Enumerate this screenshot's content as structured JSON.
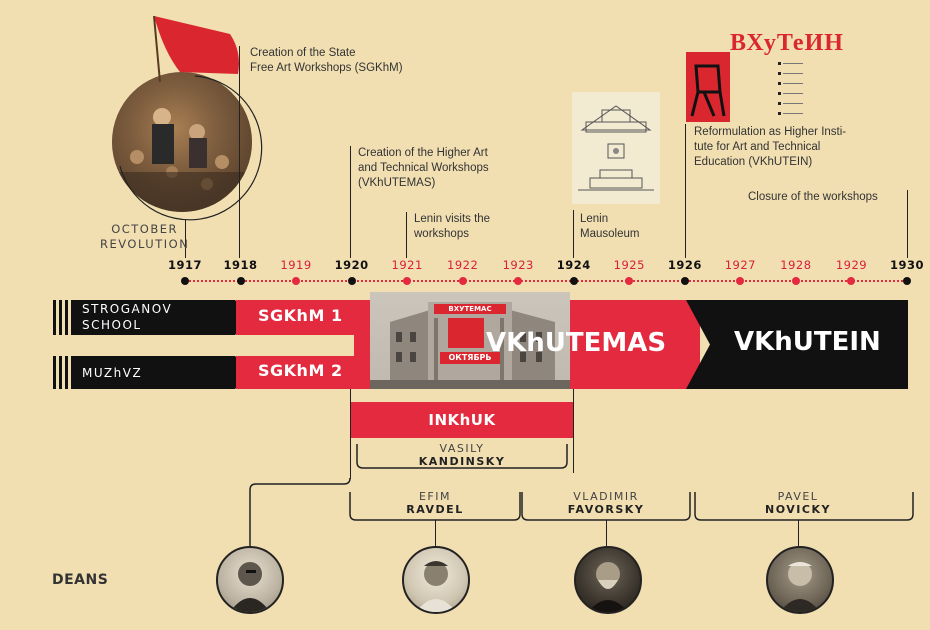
{
  "colors": {
    "background": "#f1dfb2",
    "accent_red": "#e32a3f",
    "black": "#111111",
    "text": "#333333"
  },
  "events": {
    "october": [
      "OCTOBER",
      "REVOLUTION"
    ],
    "sgkhm": [
      "Creation of the State",
      "Free Art Workshops (SGKhM)"
    ],
    "vkhutemas": [
      "Creation of the Higher Art",
      "and Technical Workshops",
      "(VKhUTEMAS)"
    ],
    "lenin_visit": [
      "Lenin visits the",
      "workshops"
    ],
    "mausoleum": [
      "Lenin",
      "Mausoleum"
    ],
    "vkhutein": [
      "Reformulation as Higher Insti-",
      "tute for Art and Technical",
      "Education (VKhUTEIN)"
    ],
    "closure": [
      "Closure of the workshops"
    ]
  },
  "years": [
    "1917",
    "1918",
    "1919",
    "1920",
    "1921",
    "1922",
    "1923",
    "1924",
    "1925",
    "1926",
    "1927",
    "1928",
    "1929",
    "1930"
  ],
  "bars": {
    "stroganov": [
      "STROGANOV",
      "SCHOOL"
    ],
    "muzhvz": "MUZhVZ",
    "sgkhm1": "SGKhM 1",
    "sgkhm2": "SGKhM 2",
    "vkhutemas": "VKhUTEMAS",
    "vkhutein": "VKhUTEIN",
    "inkhuk": "INKhUK"
  },
  "building_sign": {
    "top": "ВХУТЕМАС",
    "bottom": "ОКТЯБРЬ"
  },
  "vkhutein_logo": "ВХуТеИН",
  "inkhuk_head": {
    "first": "VASILY",
    "last": "KANDINSKY"
  },
  "deans_label": "DEANS",
  "deans": [
    {
      "first": "EFIM",
      "last": "RAVDEL"
    },
    {
      "first": "VLADIMIR",
      "last": "FAVORSKY"
    },
    {
      "first": "PAVEL",
      "last": "NOVICKY"
    }
  ]
}
